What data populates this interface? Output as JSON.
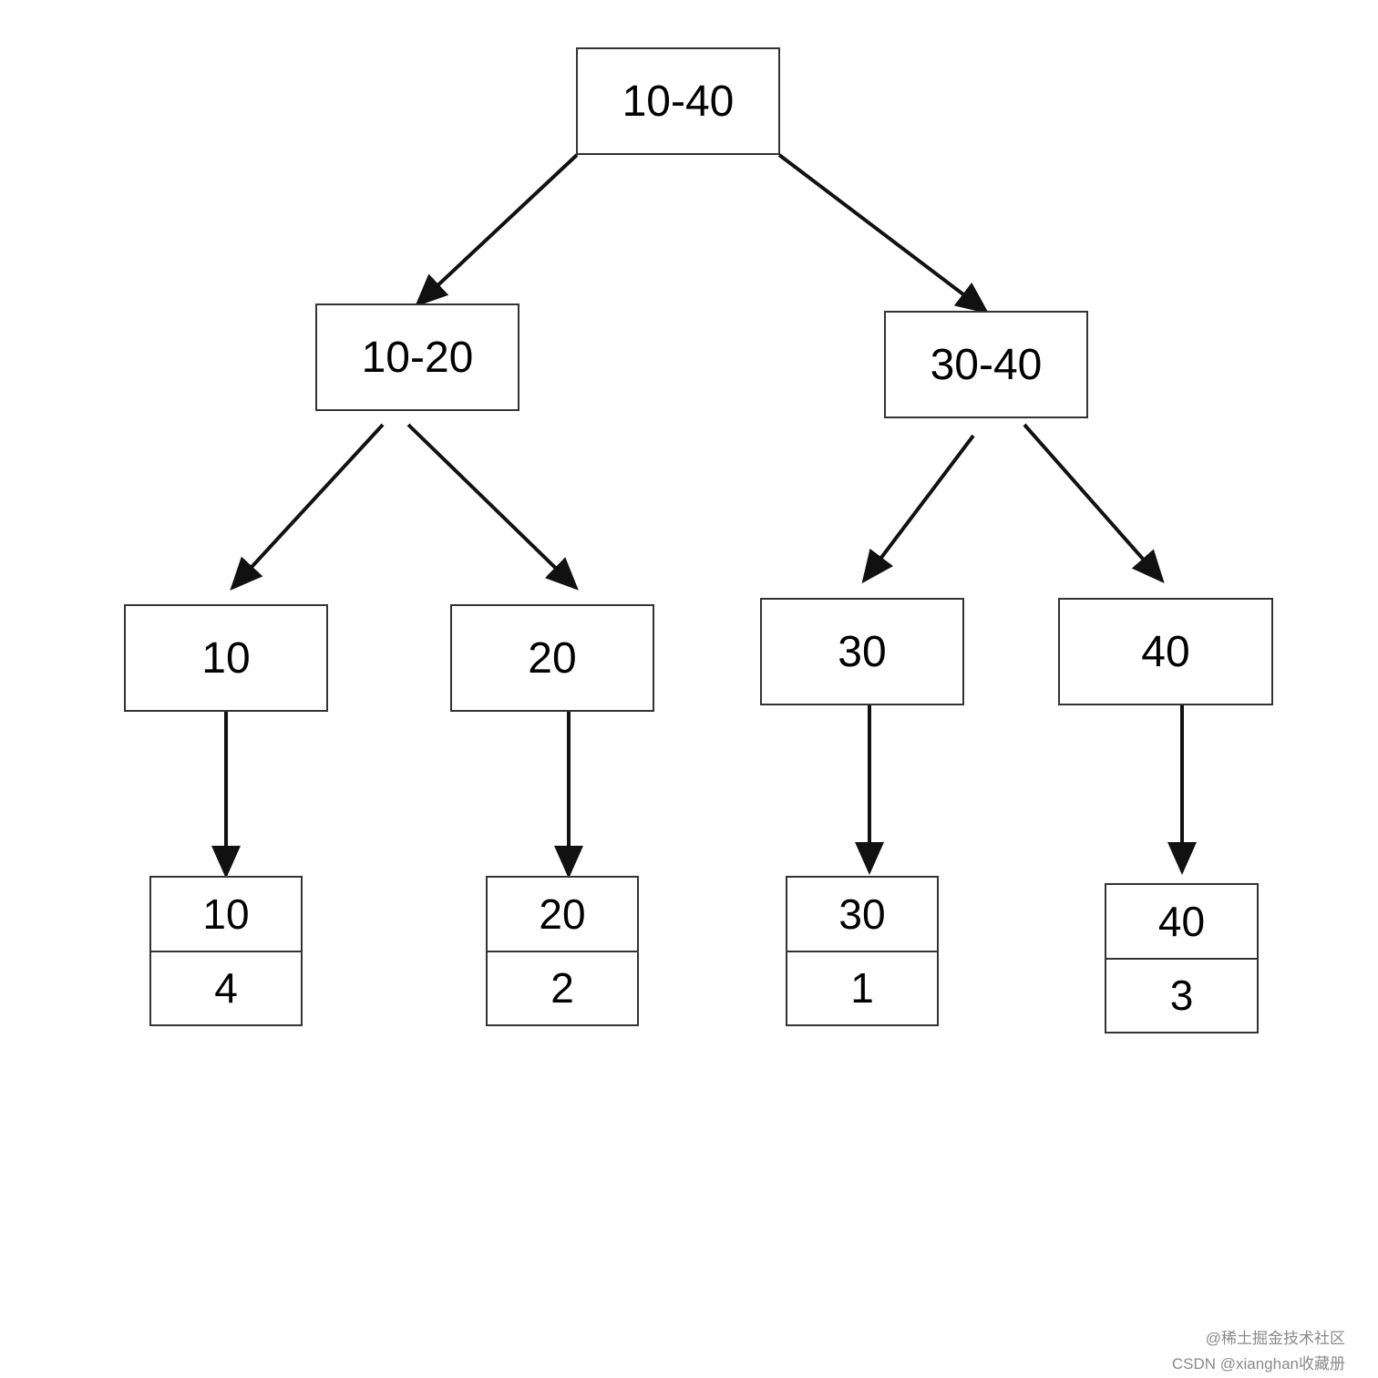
{
  "nodes": {
    "root": "10-40",
    "left": "10-20",
    "right": "30-40",
    "leaf_10": "10",
    "leaf_20": "20",
    "leaf_30": "30",
    "leaf_40": "40"
  },
  "records": [
    {
      "key": "10",
      "value": "4"
    },
    {
      "key": "20",
      "value": "2"
    },
    {
      "key": "30",
      "value": "1"
    },
    {
      "key": "40",
      "value": "3"
    }
  ],
  "watermark": {
    "line1": "@稀土掘金技术社区",
    "line2": "CSDN @xianghan收藏册"
  },
  "colors": {
    "edge": "#111111",
    "border": "#333333"
  }
}
